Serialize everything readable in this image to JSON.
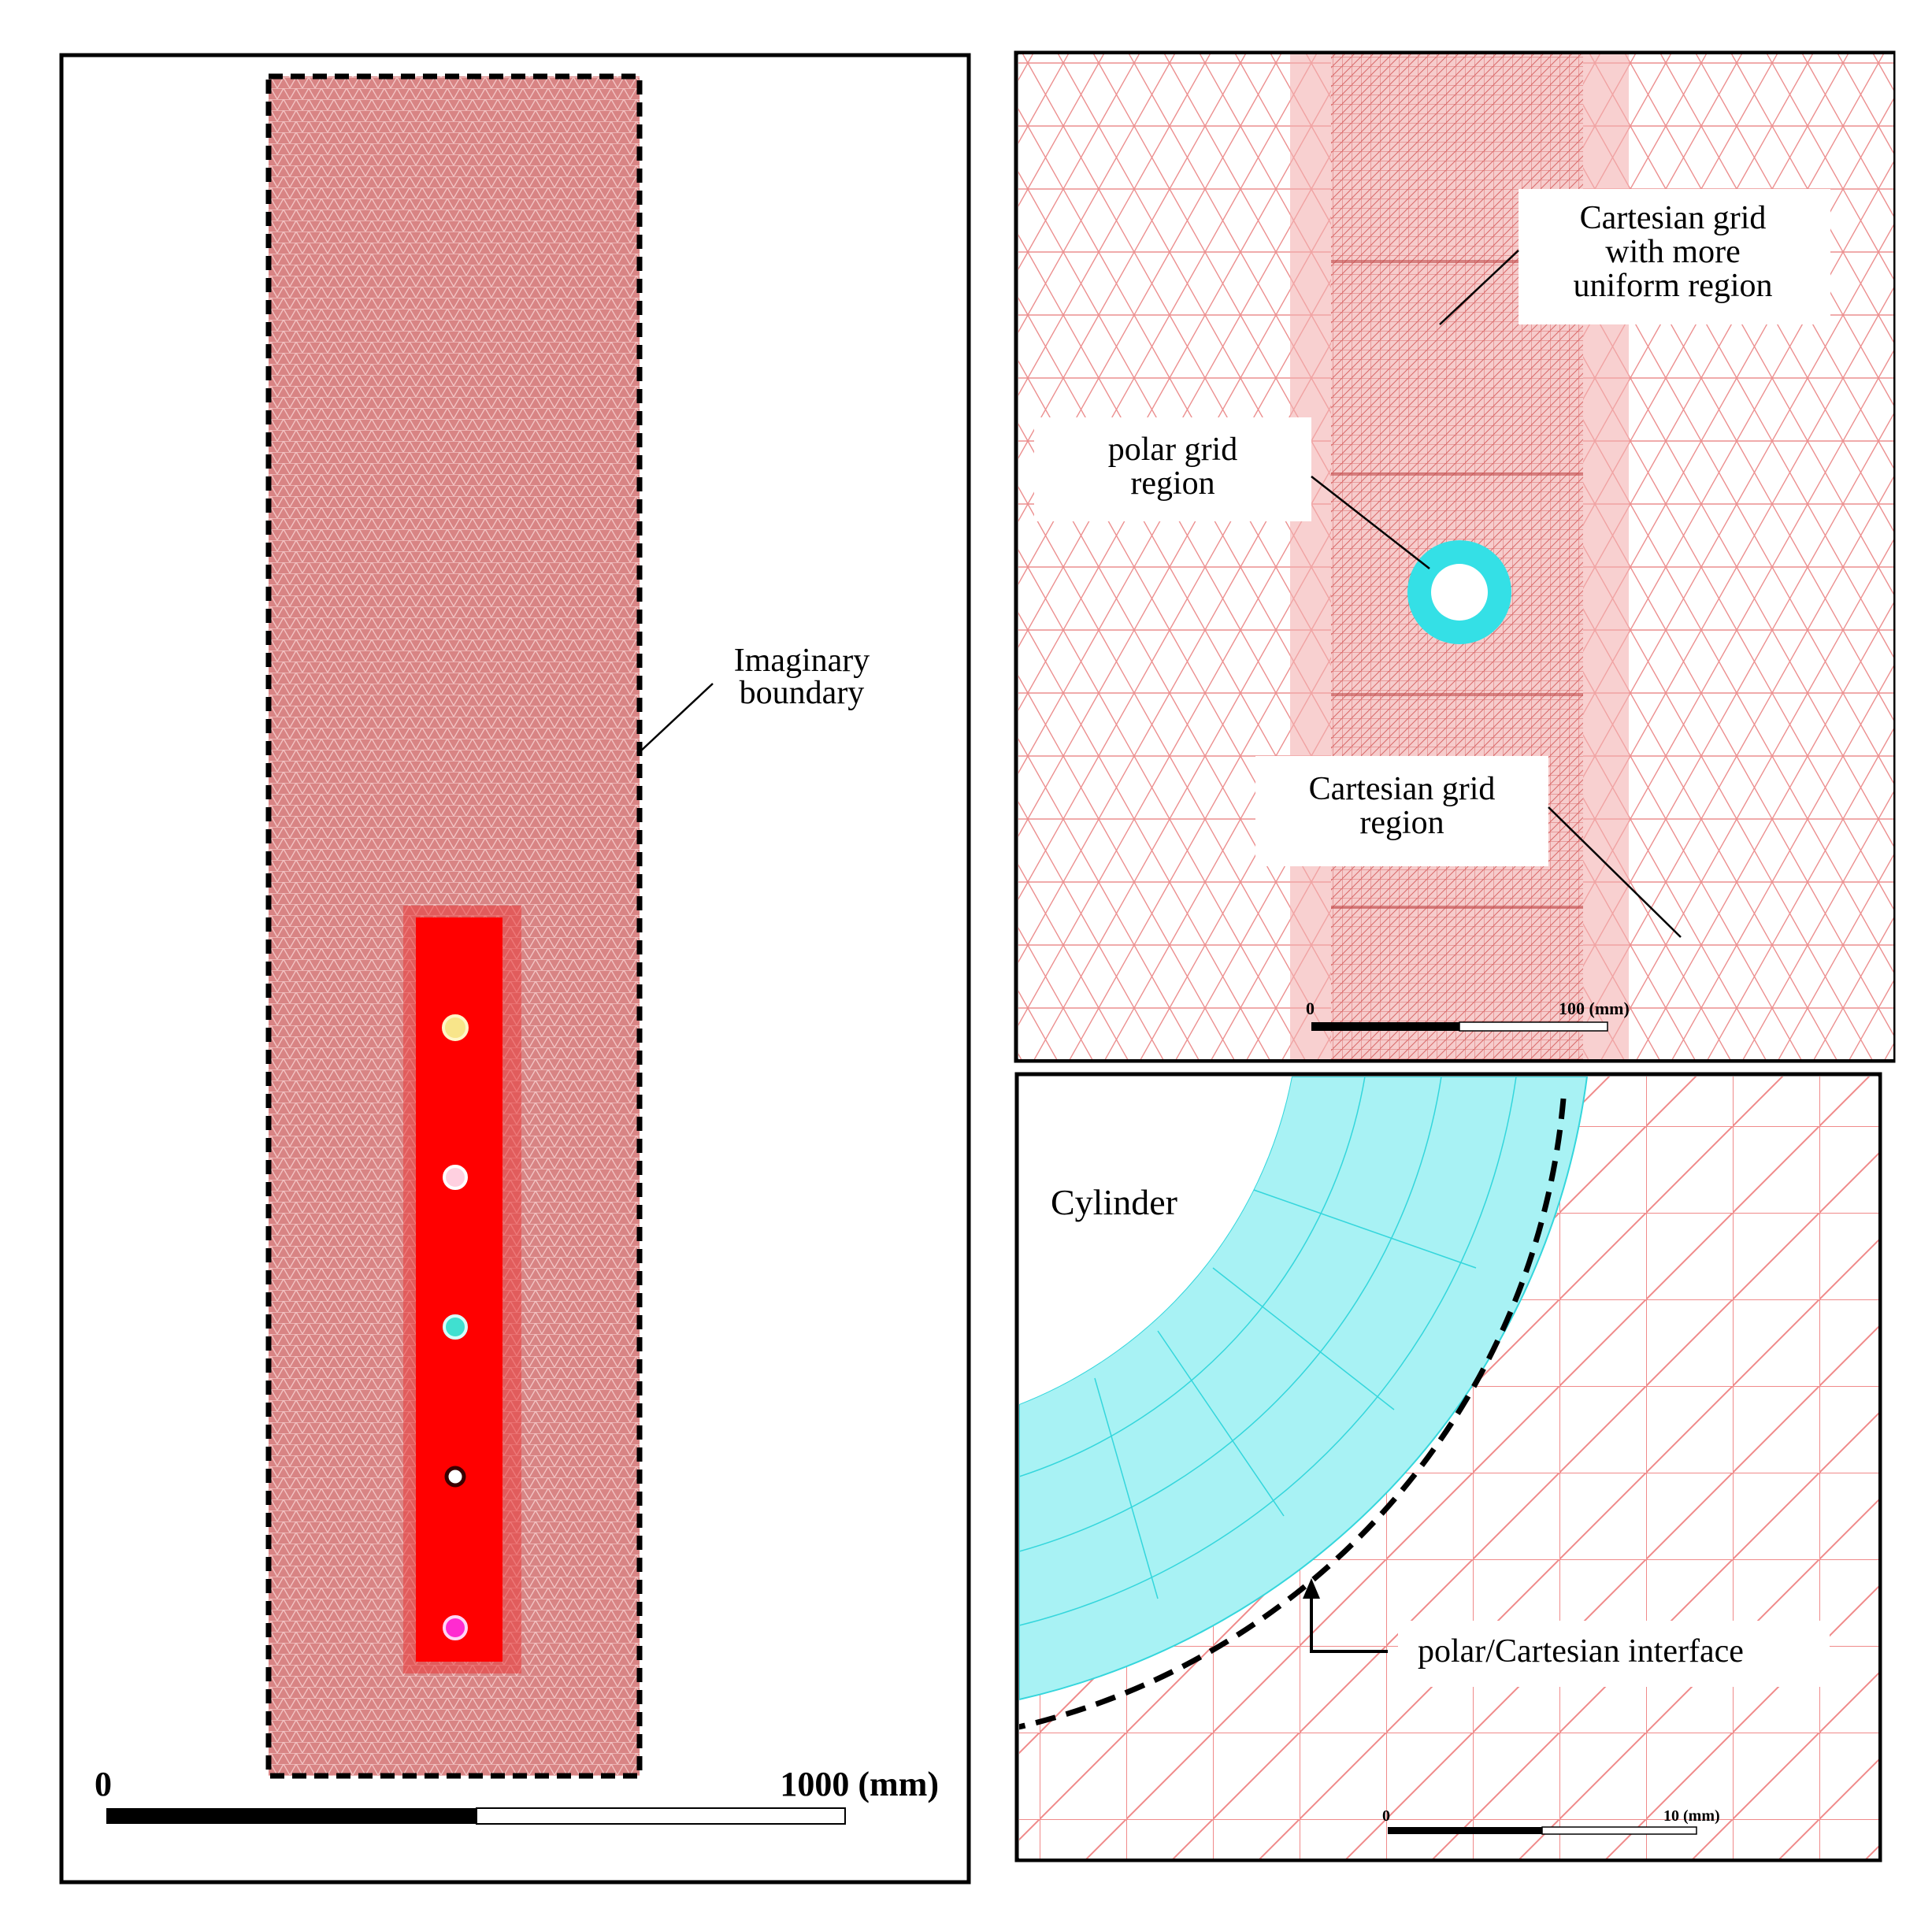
{
  "left_panel": {
    "boundary_label_line1": "Imaginary",
    "boundary_label_line2": "boundary",
    "scale_start": "0",
    "scale_end": "1000 (mm)",
    "markers": [
      {
        "name": "marker-1",
        "color": "#f8e58a"
      },
      {
        "name": "marker-2",
        "color": "#ffd0e0"
      },
      {
        "name": "marker-3",
        "color": "#40e0d0"
      },
      {
        "name": "marker-4",
        "color": "#3a0000"
      },
      {
        "name": "marker-5",
        "color": "#ff2bd0"
      }
    ]
  },
  "top_right_panel": {
    "label_uniform_line1": "Cartesian grid",
    "label_uniform_line2": "with more",
    "label_uniform_line3": "uniform region",
    "label_polar_line1": "polar grid",
    "label_polar_line2": "region",
    "label_cartesian_line1": "Cartesian grid",
    "label_cartesian_line2": "region",
    "scale_start": "0",
    "scale_end": "100 (mm)"
  },
  "bottom_right_panel": {
    "label_cylinder": "Cylinder",
    "label_interface": "polar/Cartesian interface",
    "scale_start": "0",
    "scale_end": "10 (mm)"
  },
  "colors": {
    "mesh_fill": "#d97c7c",
    "mesh_line": "#e35a5a",
    "dense_region": "#ff0000",
    "polar_grid": "#34e0e6",
    "frame": "#000000"
  }
}
